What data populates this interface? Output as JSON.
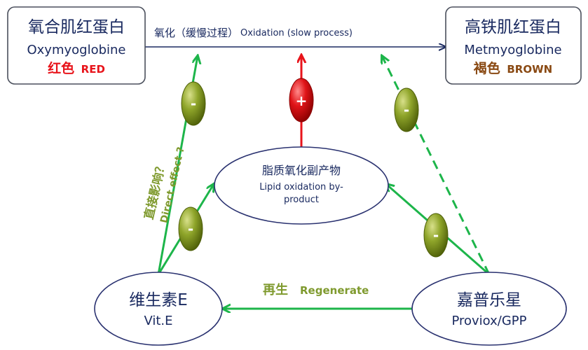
{
  "nodes": {
    "oxy": {
      "zh": "氧合肌红蛋白",
      "en": "Oxymyoglobine",
      "color_zh": "红色",
      "color_en": "RED",
      "color_hex": "#e8141b"
    },
    "met": {
      "zh": "高铁肌红蛋白",
      "en": "Metmyoglobine",
      "color_zh": "褐色",
      "color_en": "BROWN",
      "color_hex": "#8a4a14"
    },
    "lipid": {
      "zh": "脂质氧化副产物",
      "en_line1": "Lipid oxidation by-",
      "en_line2": "product"
    },
    "vite": {
      "zh": "维生素E",
      "en": "Vit.E"
    },
    "gpp": {
      "zh": "嘉普乐星",
      "en": "Proviox/GPP"
    }
  },
  "edges": {
    "oxidation": {
      "zh": "氧化（缓慢过程）",
      "en": "Oxidation (slow process)"
    },
    "regenerate": {
      "zh": "再生",
      "en": "Regenerate"
    },
    "direct": {
      "zh": "直接影响？",
      "en": "Direct effect ?"
    }
  },
  "badges": {
    "plus": "+",
    "minus": "-"
  },
  "colors": {
    "green_arrow": "#1db54a",
    "navy": "#1a2a60",
    "olive_text": "#7f9a2e",
    "badge_olive": "#7d9318",
    "badge_red": "#d10d12",
    "red_arrow": "#e8141b"
  }
}
